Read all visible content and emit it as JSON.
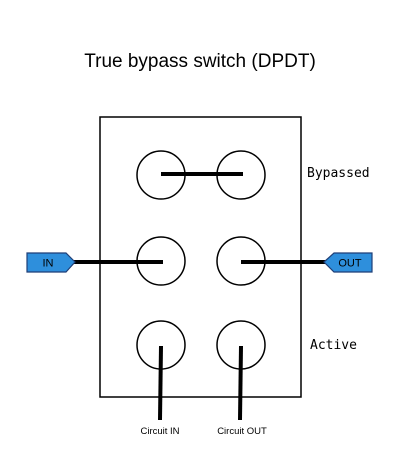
{
  "title": "True bypass switch (DPDT)",
  "rows": {
    "top_label": "Bypassed",
    "bottom_label": "Active"
  },
  "ports": {
    "input_label": "IN",
    "output_label": "OUT"
  },
  "circuit": {
    "input_label": "Circuit IN",
    "output_label": "Circuit OUT"
  },
  "colors": {
    "port_fill": "#2e8fdc",
    "line": "#000000",
    "background": "#ffffff"
  }
}
